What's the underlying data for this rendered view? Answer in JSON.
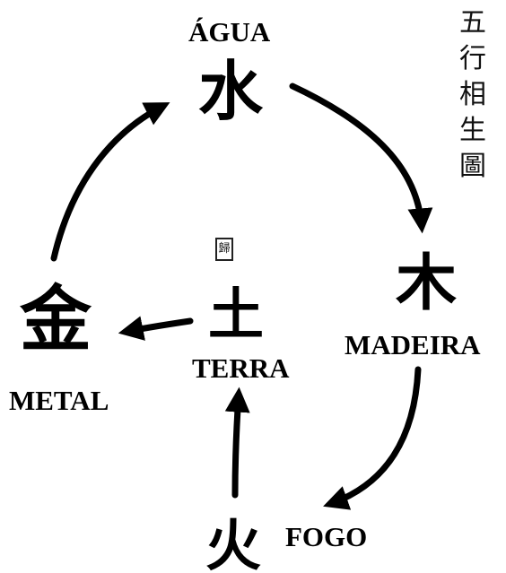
{
  "title_characters": [
    "五",
    "行",
    "相",
    "生",
    "圖"
  ],
  "seal_character": "歸",
  "elements": {
    "water": {
      "character": "水",
      "label": "ÁGUA"
    },
    "wood": {
      "character": "木",
      "label": "MADEIRA"
    },
    "fire": {
      "character": "火",
      "label": "FOGO"
    },
    "earth": {
      "character": "土",
      "label": "TERRA"
    },
    "metal": {
      "character": "金",
      "label": "METAL"
    }
  },
  "cycle": [
    {
      "from": "water",
      "to": "wood"
    },
    {
      "from": "wood",
      "to": "fire"
    },
    {
      "from": "fire",
      "to": "earth"
    },
    {
      "from": "earth",
      "to": "metal"
    },
    {
      "from": "metal",
      "to": "water"
    }
  ],
  "colors": {
    "ink": "#000000",
    "background": "#ffffff"
  }
}
